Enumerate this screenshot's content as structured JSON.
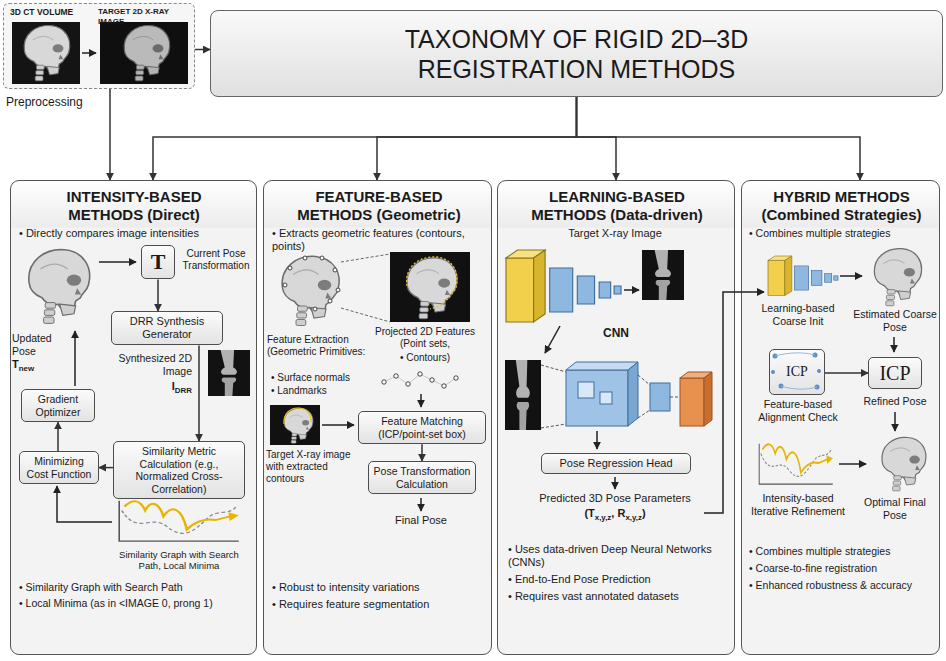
{
  "diagram": {
    "nodes": [
      {
        "text": [
          "3D CT VOLUME",
          "TARGET 2D X-RAY IMAGE",
          "Preprocessing"
        ]
      },
      {
        "text": [
          "TAXONOMY OF RIGID 2D–3D REGISTRATION METHODS"
        ]
      },
      {
        "text": [
          "INTENSITY-BASED METHODS (Direct)",
          "• Directly compares image intensities",
          "• Similarity Graph with Search Path",
          "• Local Minima (as in <IMAGE 0, prong 1)"
        ]
      },
      {
        "text": [
          "T",
          "Current Pose Transformation"
        ],
        "in": 2
      },
      {
        "text": [
          "DRR Synthesis Generator"
        ],
        "in": 2
      },
      {
        "text": [
          "Similarity Metric Calculation (e.g., Normalized Cross-Correlation)"
        ],
        "in": 2
      },
      {
        "text": [
          "Minimizing Cost Function"
        ],
        "in": 2
      },
      {
        "text": [
          "Gradient Optimizer"
        ],
        "in": 2
      },
      {
        "text": [
          "FEATURE-BASED METHODS (Geometric)",
          "• Extracts geometric features (contours, points)",
          "• Robust to intensity variations",
          "• Requires feature segmentation"
        ]
      },
      {
        "text": [
          "Feature Matching (ICP/point-set box)"
        ],
        "in": 8
      },
      {
        "text": [
          "Pose Transformation Calculation"
        ],
        "in": 8
      },
      {
        "text": [
          "LEARNING-BASED METHODS (Data-driven)",
          "• Uses data-driven Deep Neural Networks (CNNs)",
          "• End-to-End Pose Prediction",
          "• Requires vast annotated datasets"
        ]
      },
      {
        "text": [
          "Pose Regression Head"
        ],
        "in": 11
      },
      {
        "text": [
          "HYBRID METHODS (Combined Strategies)",
          "• Combines multiple strategies",
          "• Combines multiple strategies",
          "• Coarse-to-fine registration",
          "• Enhanced robustness & accuracy"
        ]
      },
      {
        "text": [
          "ICP"
        ],
        "in": 13
      },
      {
        "text": [
          "ICP"
        ],
        "in": 13
      }
    ],
    "edges": [
      {
        "from": 0,
        "to": 1,
        "arrow": "to"
      },
      {
        "from": 0,
        "to": 2,
        "arrow": "to"
      },
      {
        "from": 1,
        "to": 2,
        "arrow": "to"
      },
      {
        "from": 1,
        "to": 8,
        "arrow": "to"
      },
      {
        "from": 1,
        "to": 11,
        "arrow": "to"
      },
      {
        "from": 1,
        "to": 13,
        "arrow": "to"
      },
      {
        "from": 3,
        "to": 4,
        "arrow": "to"
      },
      {
        "from": 4,
        "to": 5,
        "arrow": "to"
      },
      {
        "from": 5,
        "to": 6,
        "arrow": "to"
      },
      {
        "from": 6,
        "to": 7,
        "arrow": "to"
      },
      {
        "from": 9,
        "to": 10,
        "arrow": "to"
      },
      {
        "from": 14,
        "to": 15,
        "arrow": "to"
      }
    ],
    "labels": [
      "Updated Pose",
      "T",
      "new",
      "Synthesized 2D Image",
      "I",
      "DRR",
      "Similarity Graph with Search Path, Local Minima",
      "Feature Extraction (Geometric Primitives:",
      "• Surface normals",
      "• Landmarks",
      "Projected 2D Features (Point sets,",
      "• Contours)",
      "Target X-ray image with extracted contours",
      "Final Pose",
      "Target X-ray Image",
      "CNN",
      "Predicted 3D Pose Parameters",
      "(T",
      "x,y,z",
      ", R",
      "x,y,z",
      ")",
      "Learning-based Coarse Init",
      "Estimated Coarse Pose",
      "Feature-based Alignment Check",
      "Refined Pose",
      "Intensity-based Iterative Refinement",
      "Optimal Final Pose"
    ]
  }
}
